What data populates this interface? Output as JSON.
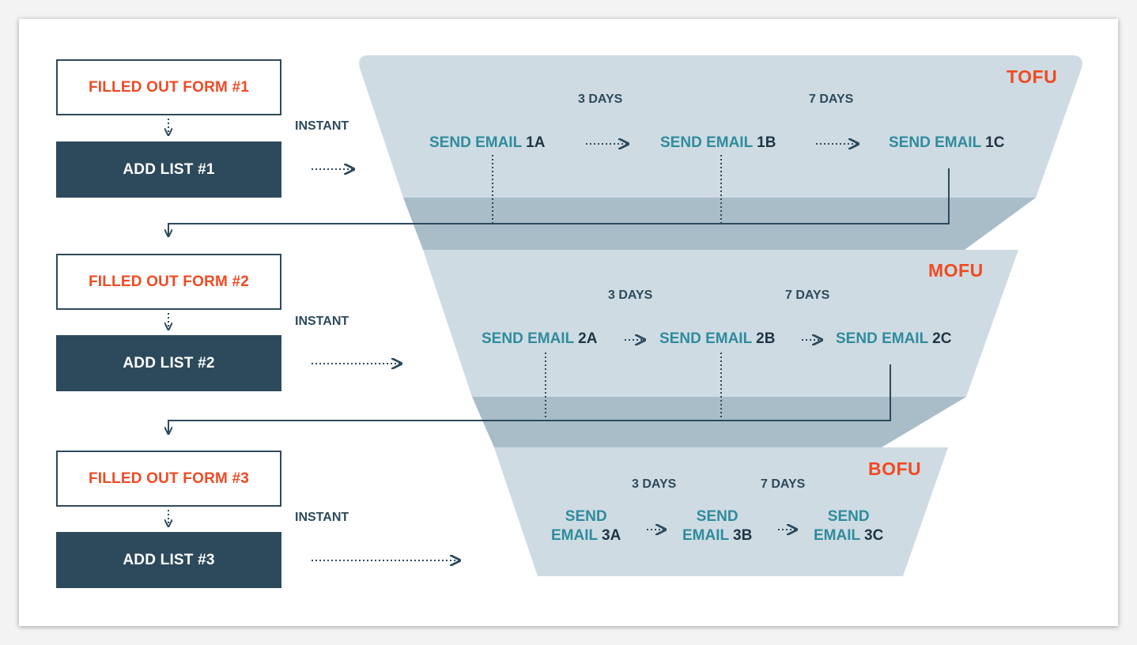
{
  "left_column": [
    {
      "form": "FILLED OUT FORM #1",
      "list": "ADD LIST #1",
      "trigger": "INSTANT"
    },
    {
      "form": "FILLED OUT FORM #2",
      "list": "ADD LIST #2",
      "trigger": "INSTANT"
    },
    {
      "form": "FILLED OUT FORM #3",
      "list": "ADD LIST #3",
      "trigger": "INSTANT"
    }
  ],
  "funnel": {
    "tofu": {
      "label": "TOFU",
      "delay_1": "3 DAYS",
      "delay_2": "7 DAYS",
      "emails": [
        {
          "action": "SEND EMAIL",
          "code": "1A"
        },
        {
          "action": "SEND EMAIL",
          "code": "1B"
        },
        {
          "action": "SEND EMAIL",
          "code": "1C"
        }
      ]
    },
    "mofu": {
      "label": "MOFU",
      "delay_1": "3 DAYS",
      "delay_2": "7 DAYS",
      "emails": [
        {
          "action": "SEND EMAIL",
          "code": "2A"
        },
        {
          "action": "SEND EMAIL",
          "code": "2B"
        },
        {
          "action": "SEND EMAIL",
          "code": "2C"
        }
      ]
    },
    "bofu": {
      "label": "BOFU",
      "delay_1": "3 DAYS",
      "delay_2": "7 DAYS",
      "emails": [
        {
          "action_line1": "SEND",
          "action_line2": "EMAIL",
          "code": "3A"
        },
        {
          "action_line1": "SEND",
          "action_line2": "EMAIL",
          "code": "3B"
        },
        {
          "action_line1": "SEND",
          "action_line2": "EMAIL",
          "code": "3C"
        }
      ]
    }
  },
  "colors": {
    "accent_orange": "#f04a23",
    "dark_navy": "#2d4a5c",
    "teal_text": "#2e8c9e",
    "funnel_face": "#cfdbe2",
    "funnel_side": "#a8bdc8"
  }
}
